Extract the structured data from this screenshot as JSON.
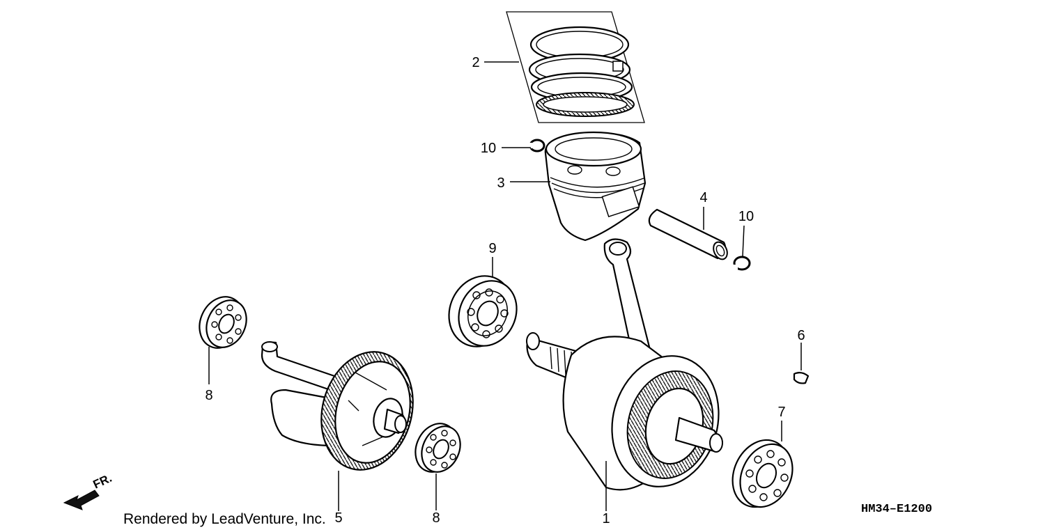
{
  "diagram": {
    "callouts": [
      "1",
      "2",
      "3",
      "4",
      "5",
      "6",
      "7",
      "8",
      "8",
      "9",
      "10",
      "10"
    ],
    "credit": "Rendered by LeadVenture, Inc.",
    "code": "HM34–E1200",
    "direction_label": "FR."
  }
}
